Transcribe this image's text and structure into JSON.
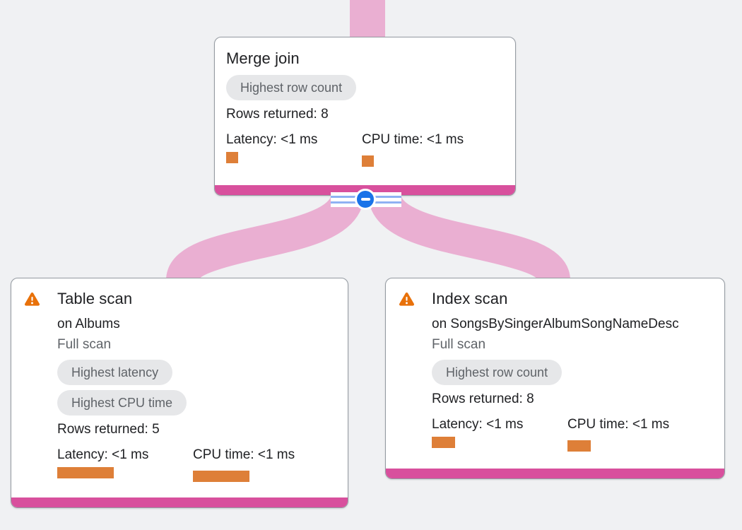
{
  "graph": {
    "edges": [
      {
        "from": "merge_join",
        "to": "table_scan"
      },
      {
        "from": "merge_join",
        "to": "index_scan"
      }
    ]
  },
  "colors": {
    "background": "#f0f1f3",
    "edge_pink": "#eaafd2",
    "node_accent_bar": "#d8509d",
    "metric_bar_orange": "#de7f38",
    "warning_orange": "#e8710a",
    "badge_bg": "#e6e7e9",
    "badge_text": "#5f6368",
    "text_primary": "#202124",
    "text_muted": "#5f6368",
    "collapse_button_blue": "#1a73e8",
    "stripe_blue": "#8fb2f3"
  },
  "collapse_control": {
    "icon": "minus-icon"
  },
  "nodes": {
    "merge_join": {
      "title": "Merge join",
      "badges": [
        "Highest row count"
      ],
      "rows_returned_label": "Rows returned:",
      "rows_returned_value": "8",
      "latency_label": "Latency:",
      "latency_value": "<1 ms",
      "cpu_label": "CPU time:",
      "cpu_value": "<1 ms",
      "latency_bar_width": 17,
      "cpu_bar_width": 17
    },
    "table_scan": {
      "title": "Table scan",
      "subtitle": "on Albums",
      "scan_mode": "Full scan",
      "badges": [
        "Highest latency",
        "Highest CPU time"
      ],
      "rows_returned_label": "Rows returned:",
      "rows_returned_value": "5",
      "latency_label": "Latency:",
      "latency_value": "<1 ms",
      "cpu_label": "CPU time:",
      "cpu_value": "<1 ms",
      "latency_bar_width": 80,
      "cpu_bar_width": 80
    },
    "index_scan": {
      "title": "Index scan",
      "subtitle": "on SongsBySingerAlbumSongNameDesc",
      "scan_mode": "Full scan",
      "badges": [
        "Highest row count"
      ],
      "rows_returned_label": "Rows returned:",
      "rows_returned_value": "8",
      "latency_label": "Latency:",
      "latency_value": "<1 ms",
      "cpu_label": "CPU time:",
      "cpu_value": "<1 ms",
      "latency_bar_width": 33,
      "cpu_bar_width": 33
    }
  }
}
